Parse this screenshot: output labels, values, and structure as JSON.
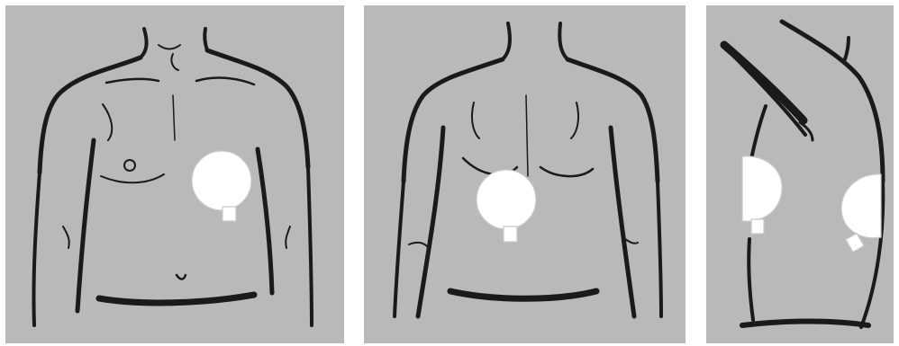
{
  "colors": {
    "panel_background": "#b9b9b9",
    "ink": "#1a1a1a",
    "electrode_pad": "#ffffff"
  },
  "panels": [
    {
      "id": "front-view",
      "electrode_pads": 1
    },
    {
      "id": "back-view",
      "electrode_pads": 1
    },
    {
      "id": "side-view",
      "electrode_pads": 2
    }
  ]
}
